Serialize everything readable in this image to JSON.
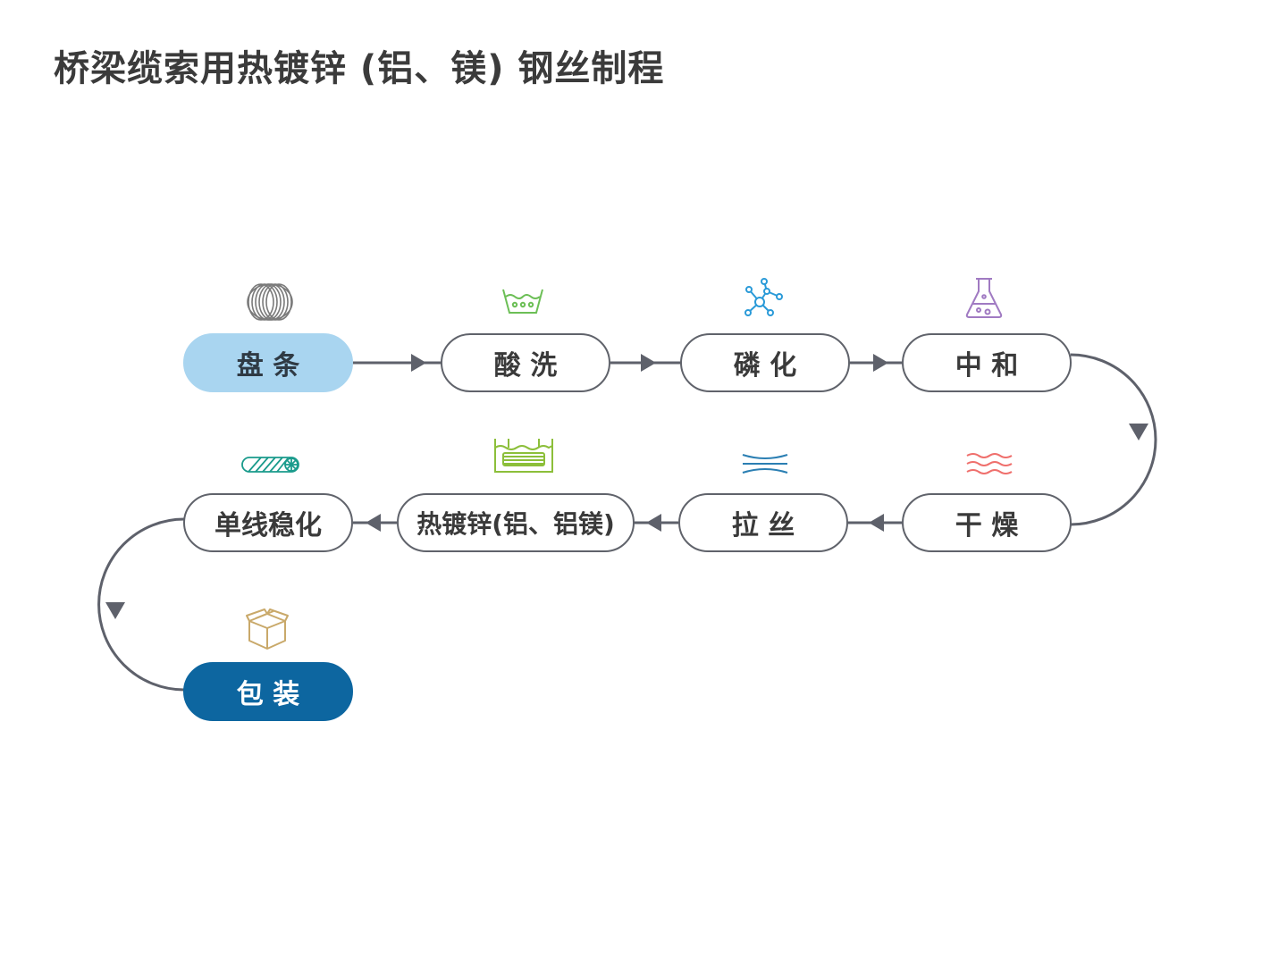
{
  "title": "桥梁缆索用热镀锌 (铝、镁) 钢丝制程",
  "steps": [
    {
      "label": "盘 条",
      "icon": "wire-coil-icon"
    },
    {
      "label": "酸 洗",
      "icon": "washing-basin-icon"
    },
    {
      "label": "磷 化",
      "icon": "molecule-icon"
    },
    {
      "label": "中 和",
      "icon": "flask-icon"
    },
    {
      "label": "干 燥",
      "icon": "heat-waves-icon"
    },
    {
      "label": "拉 丝",
      "icon": "drawing-lines-icon"
    },
    {
      "label": "热镀锌(铝、铝镁)",
      "icon": "galvanizing-bath-icon"
    },
    {
      "label": "单线稳化",
      "icon": "wire-strand-icon"
    },
    {
      "label": "包 装",
      "icon": "package-box-icon"
    }
  ],
  "colors": {
    "connector": "#5e616b",
    "start_fill": "#a9d5f0",
    "end_fill": "#0d66a0",
    "coil_icon": "#7a7a7a",
    "washing_icon": "#6cbf56",
    "molecule_icon": "#2a9ad8",
    "flask_icon": "#a07ac2",
    "heat_icon": "#ef6f6c",
    "drawing_icon": "#2b7fb3",
    "bath_icon": "#8cbf3a",
    "strand_icon": "#1a9b8c",
    "box_icon": "#c9a96a"
  }
}
